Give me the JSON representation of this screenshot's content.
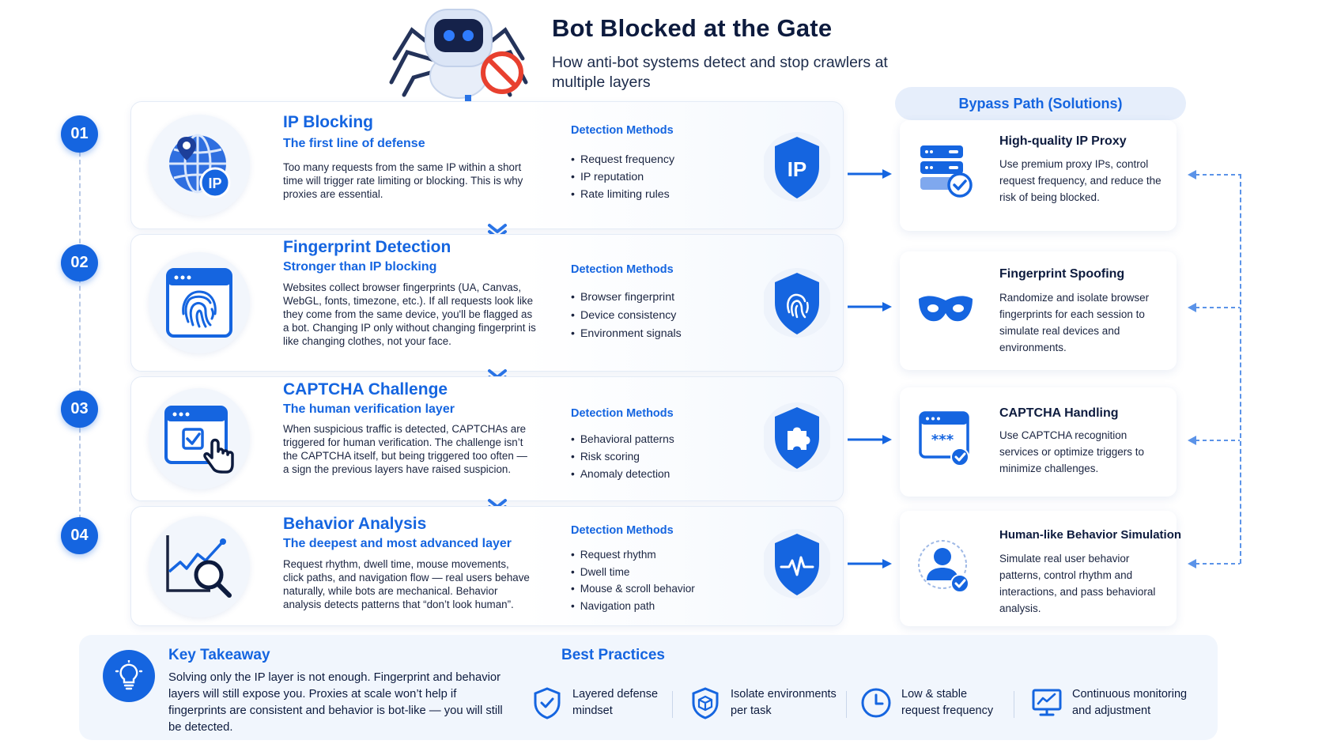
{
  "header": {
    "title": "Bot Blocked at the Gate",
    "subtitle": "How anti-bot systems detect and stop crawlers at multiple layers"
  },
  "colors": {
    "primary": "#1565e0",
    "dark_text": "#0d1b3e",
    "block_red": "#e8402f",
    "panel_bg": "#f1f6fd"
  },
  "layers": [
    {
      "number": "01",
      "title": "IP Blocking",
      "subtitle": "The first line of defense",
      "description": "Too many requests from the same IP within a short time will trigger rate limiting or blocking. This is why proxies are essential.",
      "icon": "globe-ip-icon",
      "icon_label": "IP",
      "detection_title": "Detection Methods",
      "detection_methods": [
        "Request frequency",
        "IP reputation",
        "Rate limiting rules"
      ],
      "shield_icon": "ip-shield-icon",
      "shield_label": "IP"
    },
    {
      "number": "02",
      "title": "Fingerprint Detection",
      "subtitle": "Stronger than IP blocking",
      "description": "Websites collect browser fingerprints (UA, Canvas, WebGL, fonts, timezone, etc.). If all requests look like they come from the same device, you'll be flagged as a bot. Changing IP only without changing fingerprint is like changing clothes, not your face.",
      "icon": "browser-fingerprint-icon",
      "detection_title": "Detection Methods",
      "detection_methods": [
        "Browser fingerprint",
        "Device consistency",
        "Environment signals"
      ],
      "shield_icon": "fingerprint-shield-icon"
    },
    {
      "number": "03",
      "title": "CAPTCHA Challenge",
      "subtitle": "The human verification layer",
      "description": "When suspicious traffic is detected, CAPTCHAs are triggered for human verification. The challenge isn’t the CAPTCHA itself, but being triggered too often — a sign the previous layers have raised suspicion.",
      "icon": "captcha-click-icon",
      "detection_title": "Detection Methods",
      "detection_methods": [
        "Behavioral patterns",
        "Risk scoring",
        "Anomaly detection"
      ],
      "shield_icon": "puzzle-shield-icon"
    },
    {
      "number": "04",
      "title": "Behavior Analysis",
      "subtitle": "The deepest and most advanced layer",
      "description": "Request rhythm, dwell time, mouse movements, click paths, and navigation flow — real users behave naturally, while bots are mechanical. Behavior analysis detects patterns that “don’t look human”.",
      "icon": "chart-magnifier-icon",
      "detection_title": "Detection Methods",
      "detection_methods": [
        "Request rhythm",
        "Dwell time",
        "Mouse & scroll behavior",
        "Navigation path"
      ],
      "shield_icon": "pulse-shield-icon"
    }
  ],
  "bypass": {
    "header": "Bypass Path (Solutions)",
    "solutions": [
      {
        "title": "High-quality IP Proxy",
        "description": "Use premium proxy IPs, control request frequency, and reduce the risk of being blocked.",
        "icon": "server-check-icon"
      },
      {
        "title": "Fingerprint Spoofing",
        "description": "Randomize and isolate browser fingerprints for each session to simulate real devices and environments.",
        "icon": "mask-icon"
      },
      {
        "title": "CAPTCHA Handling",
        "description": "Use CAPTCHA recognition services or optimize triggers to minimize challenges.",
        "icon": "captcha-check-icon"
      },
      {
        "title": "Human-like Behavior Simulation",
        "description": "Simulate real user behavior patterns, control rhythm and interactions, and pass behavioral analysis.",
        "icon": "user-check-icon"
      }
    ]
  },
  "takeaway": {
    "title": "Key Takeaway",
    "text": "Solving only the IP layer is not enough. Fingerprint and behavior layers will still expose you. Proxies at scale won’t help if fingerprints are consistent and behavior is bot-like — you will still be detected.",
    "icon": "lightbulb-icon"
  },
  "best_practices": {
    "title": "Best Practices",
    "items": [
      {
        "label": "Layered defense mindset",
        "icon": "shield-check-icon"
      },
      {
        "label": "Isolate environments per task",
        "icon": "isolated-box-icon"
      },
      {
        "label": "Low & stable request frequency",
        "icon": "clock-icon"
      },
      {
        "label": "Continuous monitoring and adjustment",
        "icon": "monitor-chart-icon"
      }
    ]
  }
}
